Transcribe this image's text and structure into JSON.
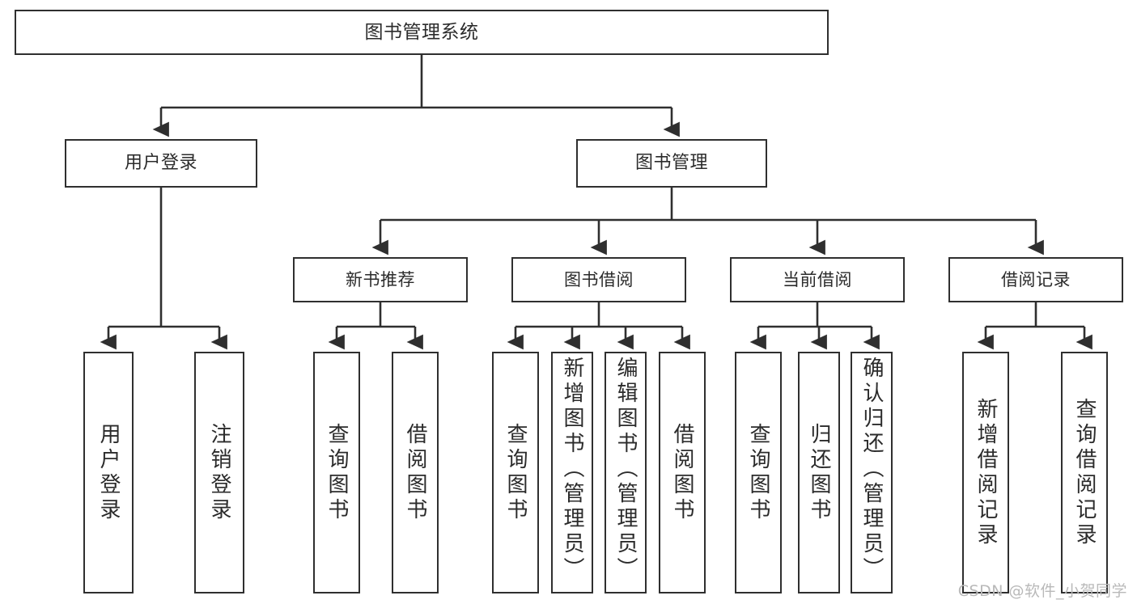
{
  "diagram": {
    "type": "tree-hierarchy",
    "title": "图书管理系统",
    "orientation": "top-down",
    "colors": {
      "background": "#ffffff",
      "node_fill": "#ffffff",
      "node_border": "#2f2f2f",
      "edge": "#2f2f2f",
      "text": "#2b2b2b",
      "watermark": "#b9b9b9"
    },
    "root": {
      "label": "图书管理系统"
    },
    "level2": [
      {
        "label": "用户登录"
      },
      {
        "label": "图书管理"
      }
    ],
    "level3": [
      {
        "label": "新书推荐"
      },
      {
        "label": "图书借阅"
      },
      {
        "label": "当前借阅"
      },
      {
        "label": "借阅记录"
      }
    ],
    "leaves": [
      {
        "label": "用户登录"
      },
      {
        "label": "注销登录"
      },
      {
        "label": "查询图书"
      },
      {
        "label": "借阅图书"
      },
      {
        "label": "查询图书"
      },
      {
        "label": "新增图书（管理员）"
      },
      {
        "label": "编辑图书（管理员）"
      },
      {
        "label": "借阅图书"
      },
      {
        "label": "查询图书"
      },
      {
        "label": "归还图书"
      },
      {
        "label": "确认归还（管理员）"
      },
      {
        "label": "新增借阅记录"
      },
      {
        "label": "查询借阅记录"
      }
    ]
  },
  "watermark": {
    "text": "CSDN @软件_小贺同学"
  }
}
